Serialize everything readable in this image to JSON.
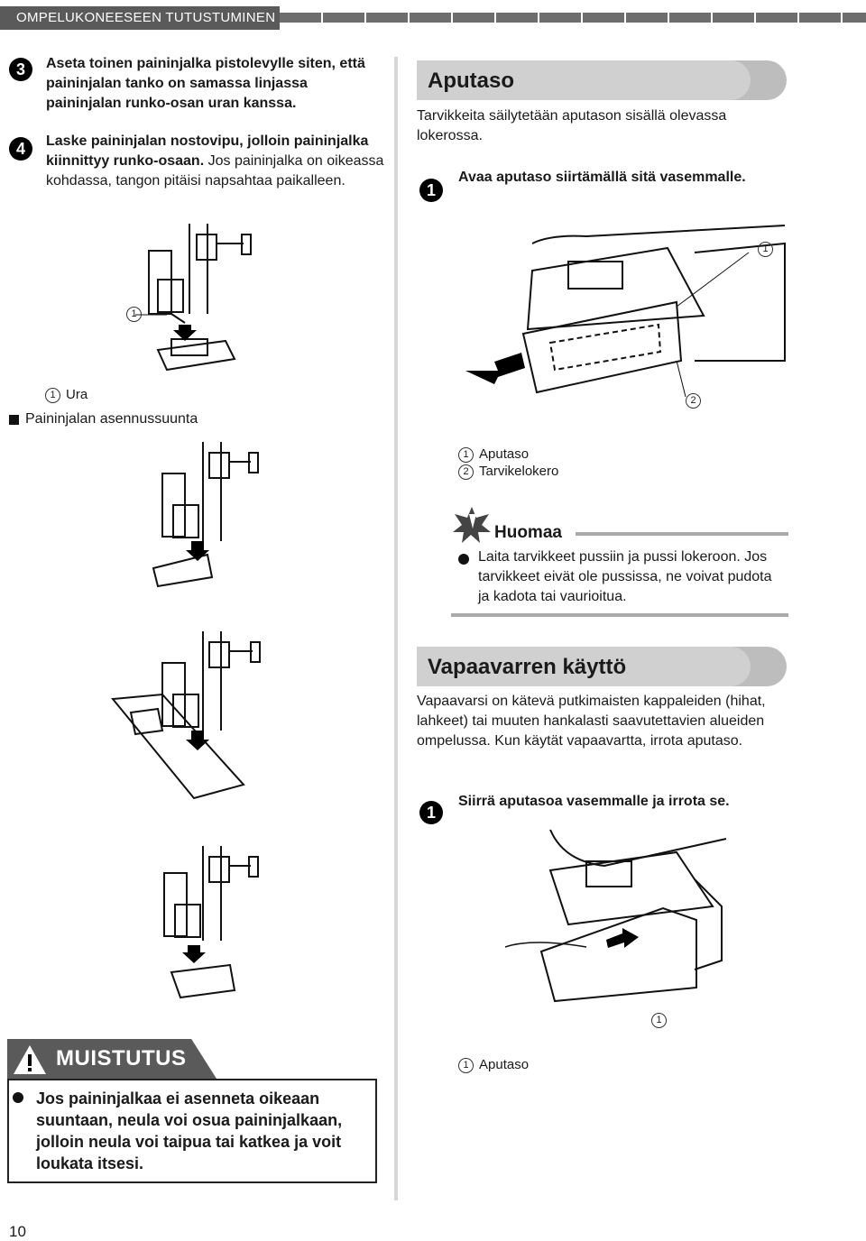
{
  "header": {
    "section_title": "OMPELUKONEESEEN TUTUSTUMINEN"
  },
  "left": {
    "step3": {
      "num": "3",
      "text": "Aseta toinen paininjalka pistolevylle siten, että paininjalan tanko on samassa linjassa paininjalan runko-osan uran kanssa."
    },
    "step4": {
      "num": "4",
      "line1": "Laske paininjalan nostovipu, jolloin paininjalka kiinnittyy runko-osaan.",
      "line2": "Jos paininjalka on oikeassa kohdassa, tangon pitäisi napsahtaa paikalleen."
    },
    "fig1_callout": "1",
    "caption_num": "1",
    "caption": "Ura",
    "direction_heading": "Paininjalan asennussuunta",
    "caution": {
      "title": "MUISTUTUS",
      "text": "Jos paininjalkaa ei asenneta oikeaan suuntaan, neula voi osua paininjalkaan, jolloin neula voi taipua tai katkea ja voit loukata itsesi."
    }
  },
  "right": {
    "aputaso": {
      "heading": "Aputaso",
      "intro": "Tarvikkeita säilytetään aputason sisällä olevassa lokerossa.",
      "step1_num": "1",
      "step1": "Avaa aputaso siirtämällä sitä vasemmalle.",
      "fig_callout1": "1",
      "fig_callout2": "2",
      "captions": [
        {
          "num": "1",
          "text": "Aputaso"
        },
        {
          "num": "2",
          "text": "Tarvikelokero"
        }
      ],
      "note_title": "Huomaa",
      "note_text": "Laita tarvikkeet pussiin ja pussi lokeroon. Jos tarvikkeet eivät ole pussissa, ne voivat pudota ja kadota tai vaurioitua."
    },
    "vapaavarsi": {
      "heading": "Vapaavarren käyttö",
      "intro": "Vapaavarsi on kätevä putkimaisten kappaleiden (hihat, lahkeet) tai muuten hankalasti saavutettavien alueiden ompelussa. Kun käytät vapaavartta, irrota aputaso.",
      "step1_num": "1",
      "step1": "Siirrä aputasoa vasemmalle ja irrota se.",
      "fig_callout": "1",
      "caption_num": "1",
      "caption": "Aputaso"
    }
  },
  "page_number": "10"
}
